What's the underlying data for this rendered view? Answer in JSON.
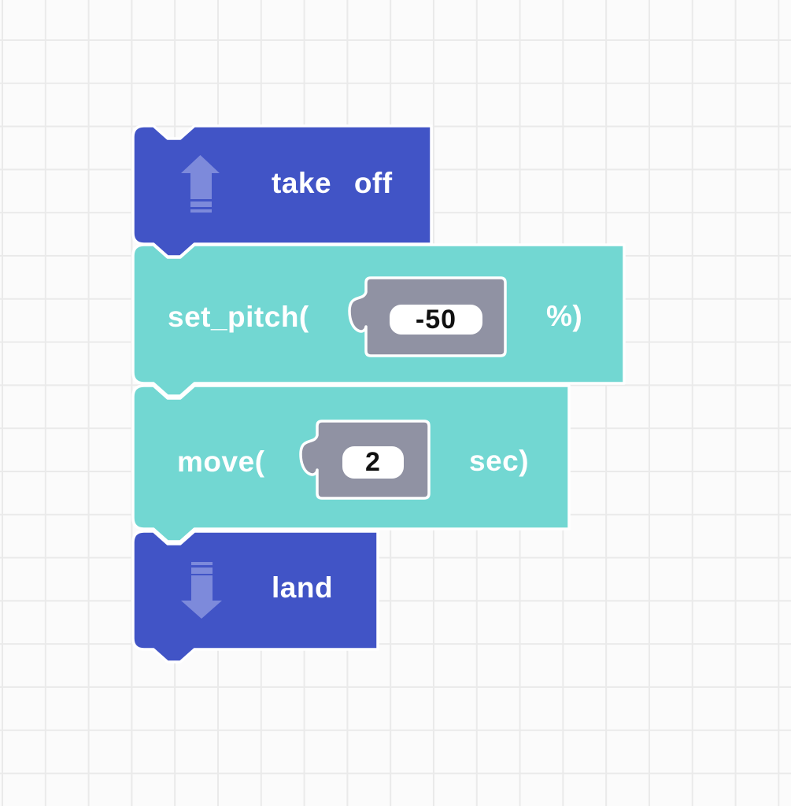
{
  "workspace": {
    "name": "block-coding-canvas",
    "blocks": [
      {
        "label": "take off",
        "icon": "takeoff-arrow-icon"
      },
      {
        "label": "set_pitch(",
        "value": "-50",
        "unit": "%)"
      },
      {
        "label": "move(",
        "value": "2",
        "unit": "sec)"
      },
      {
        "label": "land",
        "icon": "land-arrow-icon"
      }
    ]
  },
  "colors": {
    "command_block_blue": "#4154C6",
    "action_block_teal": "#6CD5D0",
    "value_block_gray": "#918FA1",
    "icon_light_blue": "#7D8ADB",
    "block_outline_white": "#FFFFFF",
    "field_background": "#FFFFFF",
    "field_text": "#111111",
    "label_text": "#FFFFFF",
    "grid_line": "#EAEAEA",
    "canvas_background": "#FBFBFB"
  }
}
